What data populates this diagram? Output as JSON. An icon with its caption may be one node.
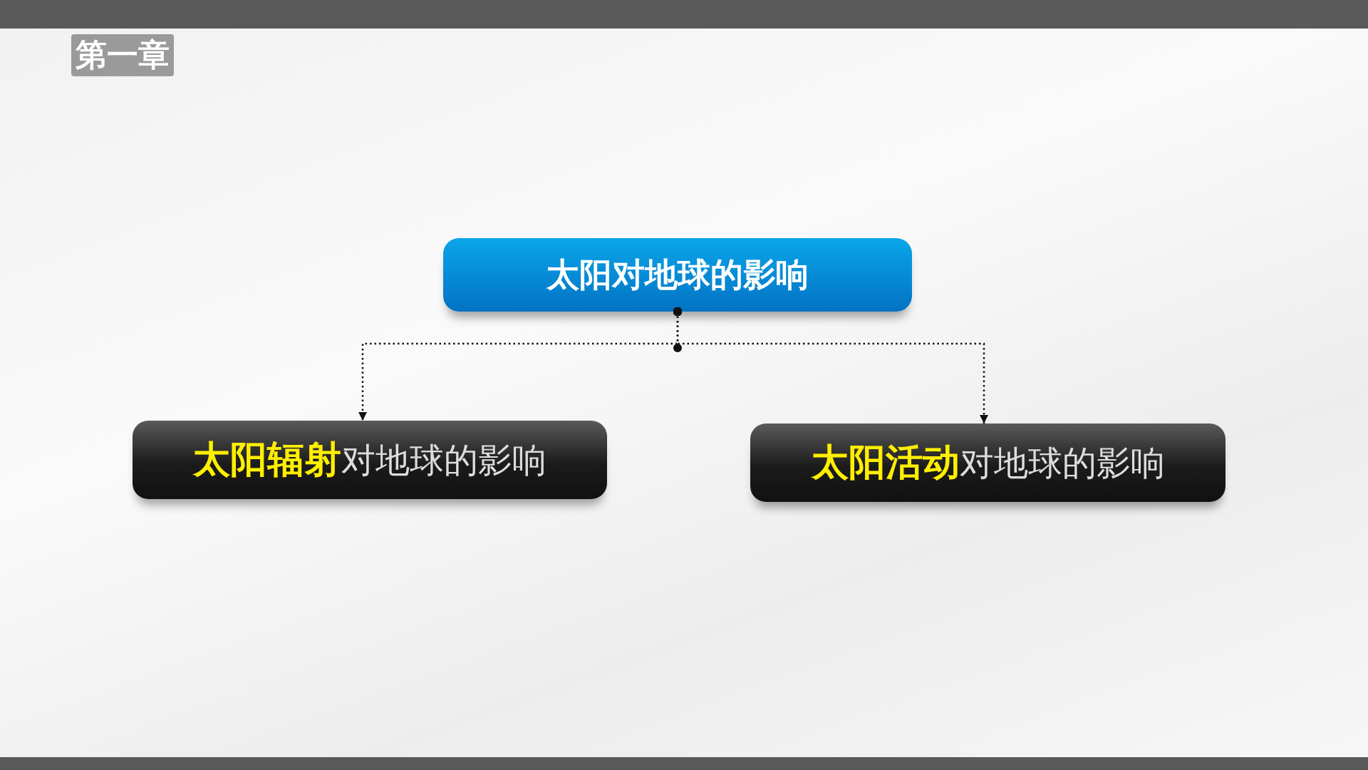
{
  "diagram": {
    "title": "第一章",
    "nodes": [
      {
        "text": [
          "太阳对地球的影响"
        ]
      },
      {
        "text": [
          "**太阳辐射**对地球的影响"
        ]
      },
      {
        "text": [
          "**太阳活动**对地球的影响"
        ]
      }
    ],
    "edges": [
      {
        "from": 0,
        "to": 1,
        "arrow": "to",
        "style": "dashed"
      },
      {
        "from": 0,
        "to": 2,
        "arrow": "to",
        "style": "dashed"
      }
    ]
  }
}
